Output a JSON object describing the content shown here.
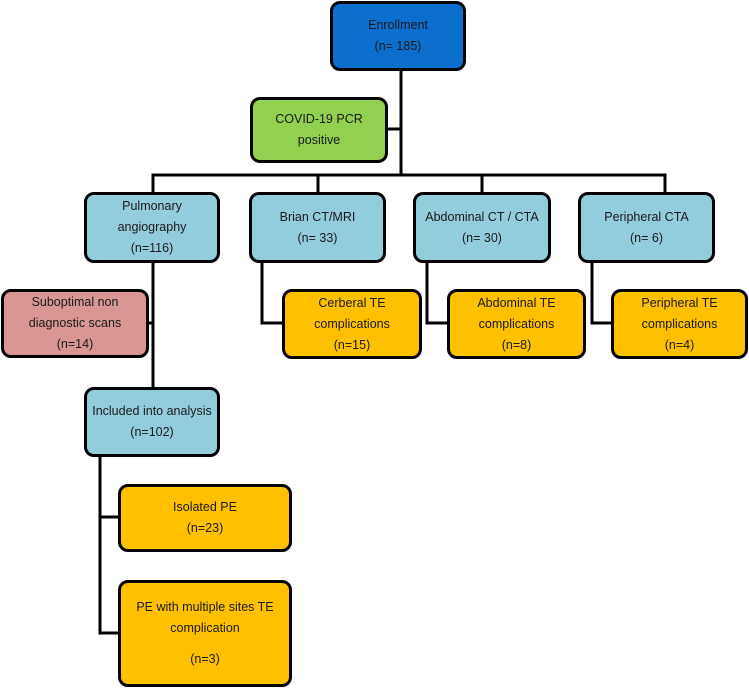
{
  "colors": {
    "enrollment": "#0a6fcd",
    "covid": "#92d050",
    "imaging": "#92cddc",
    "complication": "#ffc000",
    "excluded": "#da9694",
    "connector": "#000000"
  },
  "nodes": {
    "enrollment": {
      "label": "Enrollment",
      "count": "(n= 185)"
    },
    "covid_positive": {
      "label": "COVID-19 PCR positive"
    },
    "pulmonary_angiography": {
      "label": "Pulmonary angiography",
      "count": "(n=116)"
    },
    "brain_ct_mri": {
      "label": "Brian CT/MRI",
      "count": "(n= 33)"
    },
    "abdominal_ct_cta": {
      "label": "Abdominal CT / CTA",
      "count": "(n= 30)"
    },
    "peripheral_cta": {
      "label": "Peripheral CTA",
      "count": "(n= 6)"
    },
    "suboptimal_scans": {
      "label": "Suboptimal non diagnostic scans",
      "count": "(n=14)"
    },
    "cerebral_te": {
      "label": "Cerberal TE complications",
      "count": "(n=15)"
    },
    "abdominal_te": {
      "label": "Abdominal TE complications",
      "count": "(n=8)"
    },
    "peripheral_te": {
      "label": "Peripheral TE complications",
      "count": "(n=4)"
    },
    "included_analysis": {
      "label": "Included into analysis",
      "count": "(n=102)"
    },
    "isolated_pe": {
      "label": "Isolated PE",
      "count": "(n=23)"
    },
    "pe_multiple_sites": {
      "label": "PE with multiple sites TE complication",
      "count": "(n=3)"
    }
  }
}
